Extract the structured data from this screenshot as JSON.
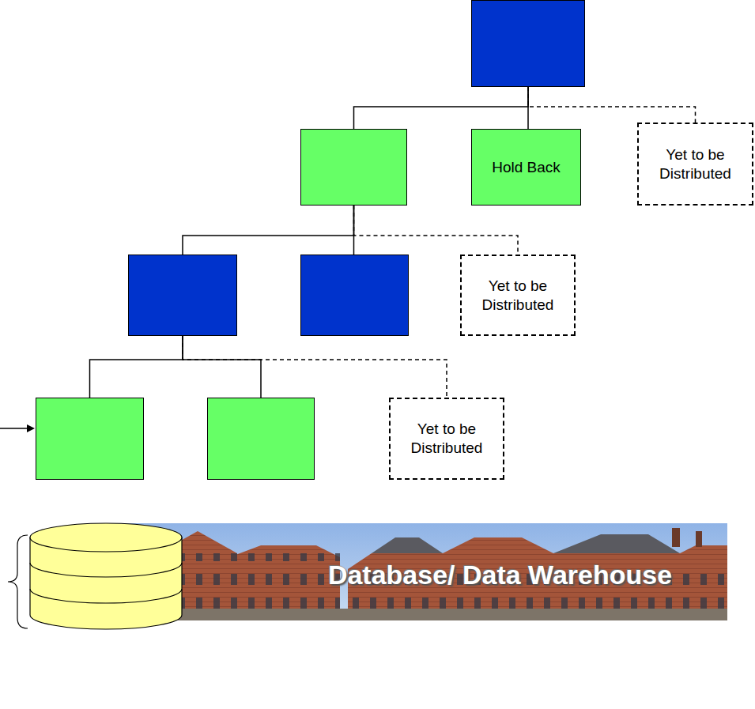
{
  "diagram": {
    "nodes": [
      {
        "text": []
      },
      {
        "text": []
      },
      {
        "text": [
          "Hold Back"
        ]
      },
      {
        "text": [
          "Yet to be Distributed"
        ]
      },
      {
        "text": []
      },
      {
        "text": []
      },
      {
        "text": [
          "Yet to be Distributed"
        ]
      },
      {
        "text": []
      },
      {
        "text": []
      },
      {
        "text": [
          "Yet to be Distributed"
        ]
      },
      {
        "text": [
          "Database/ Data Warehouse"
        ]
      }
    ],
    "edges": [
      {
        "from": 0,
        "to": 1,
        "arrow": "none"
      },
      {
        "from": 0,
        "to": 2,
        "arrow": "none"
      },
      {
        "from": 0,
        "to": 3,
        "arrow": "none"
      },
      {
        "from": 1,
        "to": 4,
        "arrow": "none"
      },
      {
        "from": 1,
        "to": 5,
        "arrow": "none"
      },
      {
        "from": 1,
        "to": 6,
        "arrow": "none"
      },
      {
        "from": 4,
        "to": 7,
        "arrow": "none"
      },
      {
        "from": 4,
        "to": 8,
        "arrow": "none"
      },
      {
        "from": 4,
        "to": 9,
        "arrow": "none"
      }
    ]
  }
}
